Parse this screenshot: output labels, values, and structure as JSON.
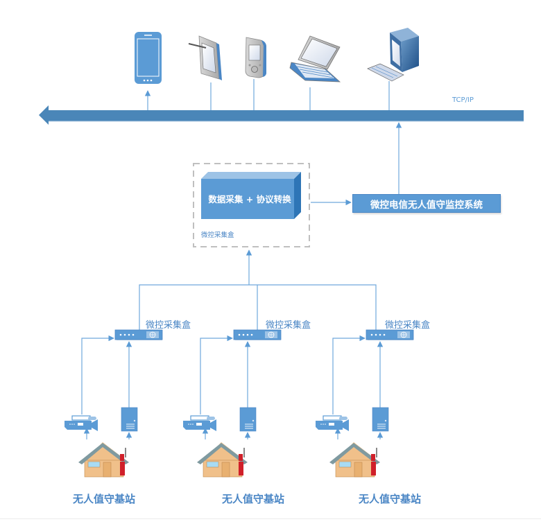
{
  "network": {
    "protocol_label": "TCP/IP"
  },
  "terminals": [
    {
      "name": "smartphone"
    },
    {
      "name": "tablet-with-stylus"
    },
    {
      "name": "pda"
    },
    {
      "name": "laptop"
    },
    {
      "name": "desktop-computer"
    }
  ],
  "gateway": {
    "title": "数据采集 + 协议转换",
    "caption": "微控采集盒"
  },
  "monitoring_system": {
    "label": "微控电信无人值守监控系统"
  },
  "sites": [
    {
      "box_label": "微控采集盒",
      "site_label": "无人值守基站"
    },
    {
      "box_label": "微控采集盒",
      "site_label": "无人值守基站"
    },
    {
      "box_label": "微控采集盒",
      "site_label": "无人值守基站"
    }
  ],
  "colors": {
    "accent": "#5b9bd5",
    "bus": "#4a86b8",
    "line": "#6fa8dc",
    "house_wall": "#f0c08a",
    "house_roof": "#7f9aa0",
    "antenna_red": "#d0202a"
  }
}
